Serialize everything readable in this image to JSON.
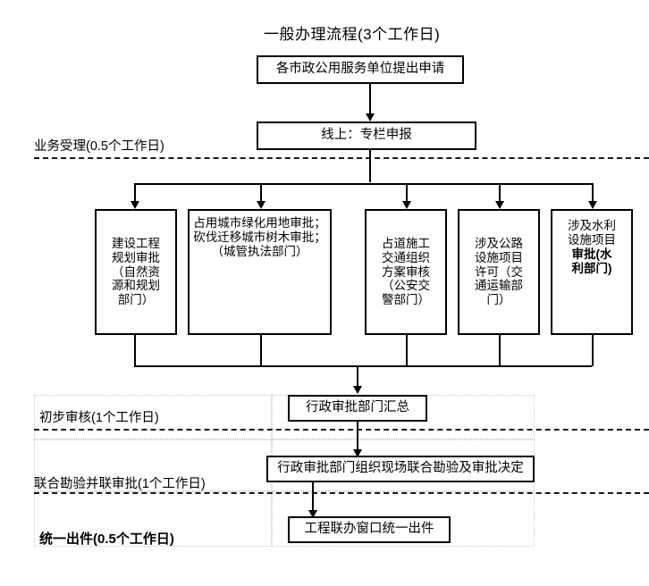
{
  "title": "一般办理流程(3个工作日)",
  "nodes": {
    "apply": "各市政公用服务单位提出申请",
    "online": "线上：专栏申报",
    "summary": "行政审批部门汇总",
    "joint_review": "行政审批部门组织现场联合勘验及审批决定",
    "unified_output": "工程联办窗口统一出件"
  },
  "parallel_boxes": [
    {
      "text": "建设工程\n规划审批\n（自然资\n源和规划\n部门）",
      "bold_text": ""
    },
    {
      "text": "占用城市绿化用地审批；\n砍伐迁移城市树木审批；\n（城管执法部门）",
      "bold_text": ""
    },
    {
      "text": "占道施工\n交通组织\n方案审核\n（公安交\n警部门）",
      "bold_text": ""
    },
    {
      "text": "涉及公路\n设施项目\n许可（交\n通运输部\n门）",
      "bold_text": ""
    },
    {
      "text": "涉及水利\n设施项目",
      "bold_text": "审批(水\n利部门)"
    }
  ],
  "stages": [
    {
      "label": "业务受理(0.5个工作日)",
      "bold": false
    },
    {
      "label": "初步审核(1个工作日)",
      "bold": false
    },
    {
      "label": "联合勘验并联审批(1个工作日)",
      "bold": false
    },
    {
      "label": "统一出件(0.5个工作日)",
      "bold": true
    }
  ],
  "colors": {
    "line": "#000000",
    "border": "#000000",
    "background": "#ffffff",
    "grid": "#c8c8c8"
  }
}
